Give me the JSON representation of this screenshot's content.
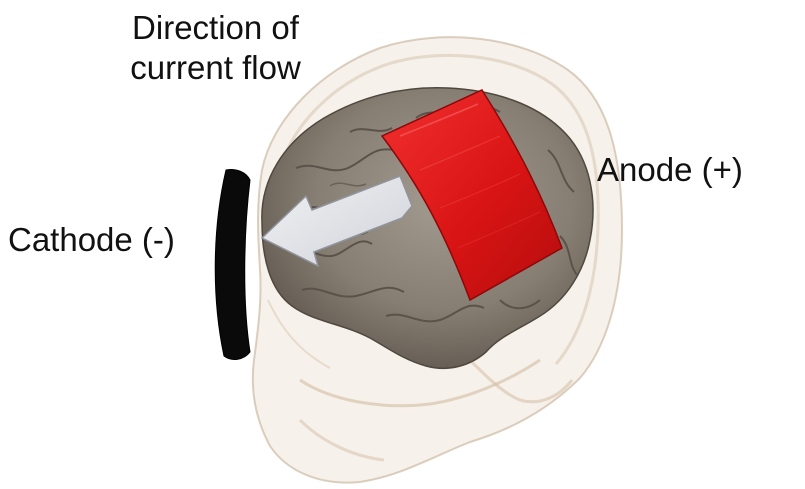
{
  "labels": {
    "direction_line1": "Direction of",
    "direction_line2": "current flow",
    "anode": "Anode (+)",
    "cathode": "Cathode (-)"
  },
  "colors": {
    "anode_electrode": "#e01616",
    "cathode_electrode": "#0a0a0a",
    "brain": "#8b8276",
    "head_outline": "#d8c8b4",
    "current_arrow": "#e4e6ea"
  }
}
